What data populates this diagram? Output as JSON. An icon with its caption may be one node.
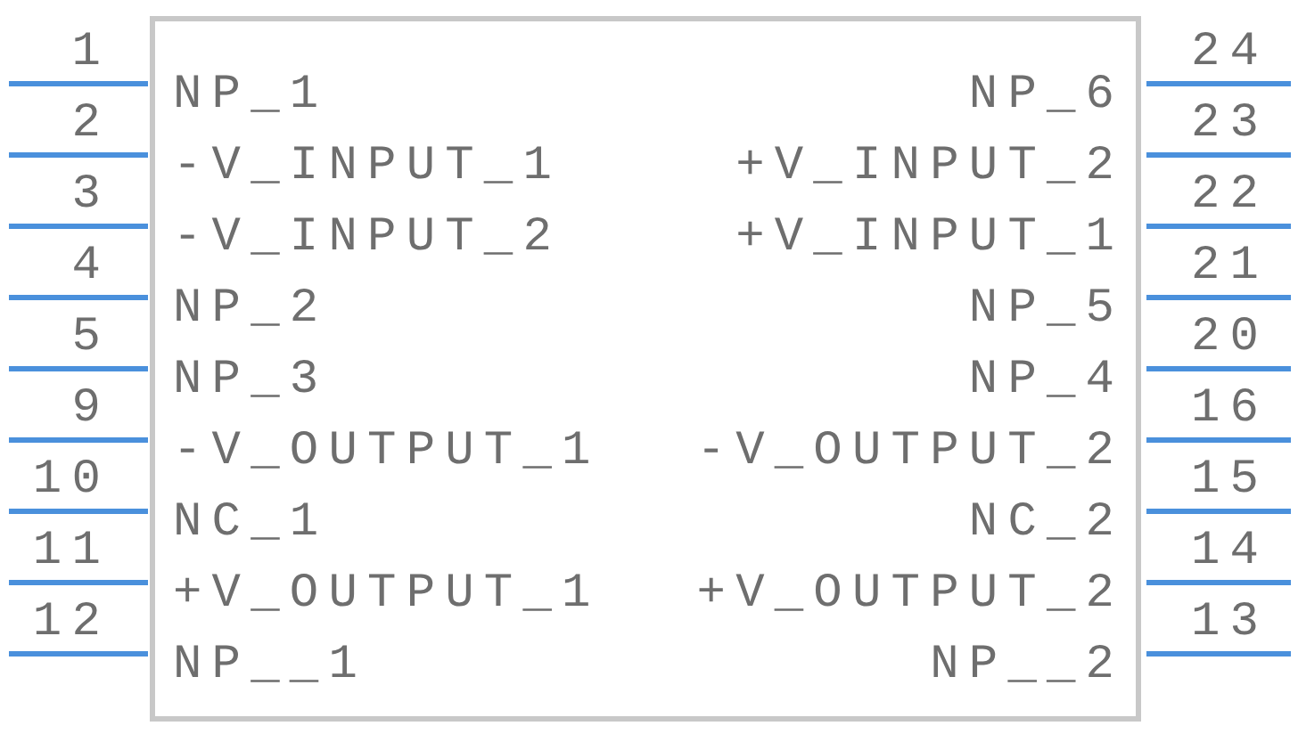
{
  "diagram": {
    "nodes": [
      {
        "text": [
          "NP_1",
          "NP_6",
          "-V_INPUT_1",
          "+V_INPUT_2",
          "-V_INPUT_2",
          "+V_INPUT_1",
          "NP_2",
          "NP_5",
          "NP_3",
          "NP_4",
          "-V_OUTPUT_1",
          "-V_OUTPUT_2",
          "NC_1",
          "NC_2",
          "+V_OUTPUT_1",
          "+V_OUTPUT_2",
          "NP__1",
          "NP__2"
        ]
      }
    ],
    "labels": [
      "1",
      "24",
      "2",
      "23",
      "3",
      "22",
      "4",
      "21",
      "5",
      "20",
      "9",
      "16",
      "10",
      "15",
      "11",
      "14",
      "12",
      "13"
    ]
  }
}
